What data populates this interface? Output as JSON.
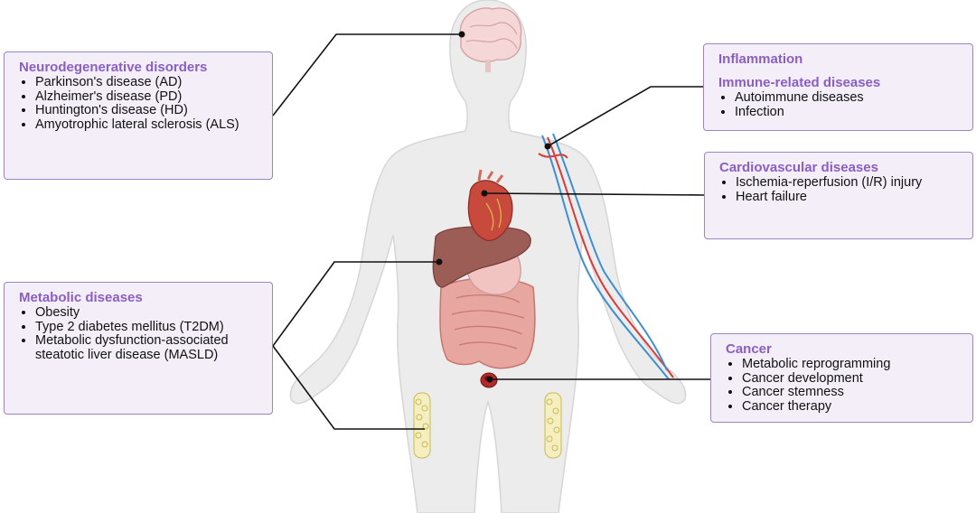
{
  "colors": {
    "heading": "#8a5fc2",
    "box_fill": "#f3eef8",
    "box_border": "#9a87c2",
    "body": "#e6e6e6",
    "artery": "#d93b3b",
    "vein": "#3d8fd1"
  },
  "organs": [
    "brain-icon",
    "heart-icon",
    "liver-icon",
    "stomach-icon",
    "intestine-icon",
    "tumor-icon",
    "adipose-tissue-icon",
    "blood-vessels-icon"
  ],
  "neuro": {
    "title": "Neurodegenerative disorders",
    "items": [
      "Parkinson's disease (AD)",
      "Alzheimer's disease (PD)",
      "Huntington's disease (HD)",
      "Amyotrophic lateral sclerosis (ALS)"
    ]
  },
  "metabolic": {
    "title": "Metabolic diseases",
    "items": [
      "Obesity",
      "Type 2 diabetes mellitus (T2DM)",
      "Metabolic dysfunction-associated steatotic liver disease (MASLD)"
    ]
  },
  "inflammation": {
    "title": "Inflammation",
    "subtitle": "Immune-related diseases",
    "items": [
      "Autoimmune diseases",
      "Infection"
    ]
  },
  "cardio": {
    "title": "Cardiovascular diseases",
    "items": [
      "Ischemia-reperfusion (I/R) injury",
      "Heart failure"
    ]
  },
  "cancer": {
    "title": "Cancer",
    "items": [
      "Metabolic reprogramming",
      "Cancer development",
      "Cancer stemness",
      "Cancer therapy"
    ]
  }
}
